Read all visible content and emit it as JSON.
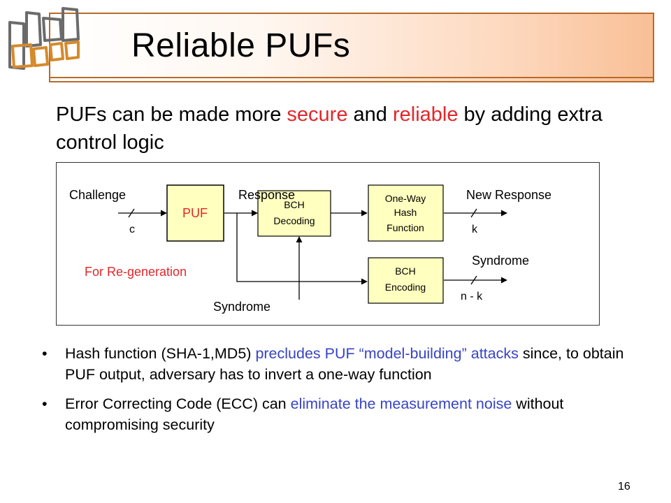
{
  "slide": {
    "title": "Reliable PUFs",
    "subtitle": {
      "part1": "PUFs can be made more ",
      "secure": "secure",
      "part2": " and ",
      "reliable": "reliable",
      "part3": " by adding extra control logic"
    },
    "page_number": "16"
  },
  "diagram": {
    "challenge_label": "Challenge",
    "response_label": "Response",
    "new_response_label": "New Response",
    "puf_label": "PUF",
    "bch_decoding_line1": "BCH",
    "bch_decoding_line2": "Decoding",
    "hash_line1": "One-Way",
    "hash_line2": "Hash",
    "hash_line3": "Function",
    "bch_encoding_line1": "BCH",
    "bch_encoding_line2": "Encoding",
    "c_label": "c",
    "k_label": "k",
    "nk_label": "n - k",
    "syndrome_right": "Syndrome",
    "syndrome_bottom": "Syndrome",
    "regeneration_label": "For Re-generation"
  },
  "bullets": [
    {
      "marker": "•",
      "text1": "Hash function (SHA-1,MD5) ",
      "highlight": "precludes PUF “model-building” attacks",
      "text2": " since, to obtain PUF output, adversary has to invert a one-way function"
    },
    {
      "marker": "•",
      "text1": "Error Correcting Code (ECC) can ",
      "highlight": "eliminate the measurement noise",
      "text2": " without compromising security"
    }
  ],
  "colors": {
    "accent_red": "#e3262a",
    "accent_blue": "#3744c4",
    "box_fill": "#ffffc0",
    "title_border": "#b86a28"
  }
}
